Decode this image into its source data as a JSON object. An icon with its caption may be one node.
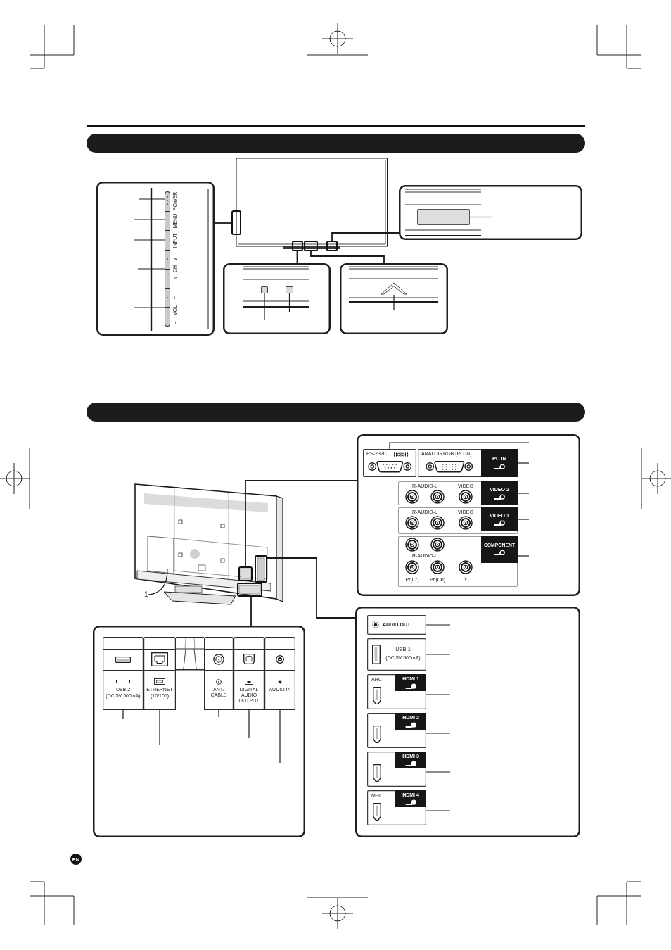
{
  "diagram": {
    "nodes": [
      {
        "text": [],
        "shape": "picture"
      },
      {
        "text": [],
        "shape": "box",
        "in": 0
      },
      {
        "text": [],
        "shape": "box",
        "in": 0
      },
      {
        "text": [],
        "shape": "box",
        "in": 0
      },
      {
        "text": [],
        "shape": "box",
        "in": 0
      },
      {
        "text": [],
        "shape": "box"
      },
      {
        "text": [],
        "shape": "box",
        "in": 5
      },
      {
        "text": [],
        "shape": "box",
        "in": 5
      },
      {
        "text": [],
        "shape": "box",
        "in": 5
      },
      {
        "text": [],
        "shape": "box",
        "in": 5
      },
      {
        "text": [],
        "shape": "box",
        "in": 5
      },
      {
        "text": [],
        "shape": "box"
      },
      {
        "text": [],
        "shape": "box",
        "in": 11
      },
      {
        "text": [],
        "shape": "box"
      },
      {
        "text": [],
        "shape": "box",
        "in": 13
      },
      {
        "text": [],
        "shape": "box",
        "in": 13
      },
      {
        "text": [],
        "shape": "box"
      },
      {
        "text": [],
        "shape": "chevron",
        "in": 16
      },
      {
        "text": [],
        "shape": "box"
      },
      {
        "text": [
          "RS-232C"
        ],
        "in": 18
      },
      {
        "text": [
          "ANALOG RGB (PC IN)",
          "PC IN"
        ],
        "in": 18
      },
      {
        "text": [
          "R-AUDIO-L",
          "VIDEO",
          "VIDEO 2"
        ],
        "in": 18
      },
      {
        "text": [
          "R-AUDIO-L",
          "VIDEO",
          "VIDEO 1"
        ],
        "in": 18
      },
      {
        "text": [
          "COMPONENT",
          "R-AUDIO-L",
          "Pr(Cr)",
          "Pb(Cb)",
          "Y"
        ],
        "in": 18
      },
      {
        "text": [],
        "shape": "picture"
      },
      {
        "text": [],
        "shape": "box",
        "in": 24
      },
      {
        "text": [],
        "shape": "box",
        "in": 24
      },
      {
        "text": [],
        "shape": "box",
        "in": 24
      },
      {
        "text": [
          "1"
        ]
      },
      {
        "text": [],
        "shape": "box"
      },
      {
        "text": [
          "AUDIO OUT"
        ],
        "in": 29
      },
      {
        "text": [
          "USB 1",
          "(DC 5V 500mA)"
        ],
        "in": 29
      },
      {
        "text": [
          "ARC",
          "HDMI 1"
        ],
        "in": 29
      },
      {
        "text": [
          "HDMI 2"
        ],
        "in": 29
      },
      {
        "text": [
          "HDMI 3"
        ],
        "in": 29
      },
      {
        "text": [
          "MHL",
          "HDMI 4"
        ],
        "in": 29
      },
      {
        "text": [],
        "shape": "box"
      },
      {
        "text": [
          "USB 2",
          "(DC 5V 500mA)"
        ],
        "in": 36
      },
      {
        "text": [
          "ETHERNET",
          "(10/100)"
        ],
        "in": 36
      },
      {
        "text": [
          "ANT/ CABLE"
        ],
        "in": 36
      },
      {
        "text": [
          "DIGITAL AUDIO OUTPUT"
        ],
        "in": 36
      },
      {
        "text": [
          "AUDIO IN"
        ],
        "in": 36
      }
    ],
    "edges": [
      {
        "from": 1,
        "to": 5,
        "arrow": "none"
      },
      {
        "from": 2,
        "to": 13,
        "arrow": "none"
      },
      {
        "from": 3,
        "to": 16,
        "arrow": "none"
      },
      {
        "from": 4,
        "to": 11,
        "arrow": "none"
      },
      {
        "from": 6,
        "to": null,
        "arrow": "none"
      },
      {
        "from": 7,
        "to": null,
        "arrow": "none"
      },
      {
        "from": 8,
        "to": null,
        "arrow": "none"
      },
      {
        "from": 9,
        "to": null,
        "arrow": "none"
      },
      {
        "from": 10,
        "to": null,
        "arrow": "none"
      },
      {
        "from": 14,
        "to": null,
        "arrow": "none"
      },
      {
        "from": 15,
        "to": null,
        "arrow": "none"
      },
      {
        "from": 17,
        "to": null,
        "arrow": "none"
      },
      {
        "from": 12,
        "to": null,
        "arrow": "none"
      },
      {
        "from": 25,
        "to": 18,
        "arrow": "none"
      },
      {
        "from": 26,
        "to": 29,
        "arrow": "none"
      },
      {
        "from": 27,
        "to": 36,
        "arrow": "none"
      },
      {
        "from": 19,
        "to": null,
        "arrow": "none"
      },
      {
        "from": 20,
        "to": null,
        "arrow": "none"
      },
      {
        "from": 21,
        "to": null,
        "arrow": "none"
      },
      {
        "from": 22,
        "to": null,
        "arrow": "none"
      },
      {
        "from": 23,
        "to": null,
        "arrow": "none"
      },
      {
        "from": 28,
        "to": null,
        "arrow": "none"
      },
      {
        "from": 30,
        "to": null,
        "arrow": "none"
      },
      {
        "from": 31,
        "to": null,
        "arrow": "none"
      },
      {
        "from": 32,
        "to": null,
        "arrow": "none"
      },
      {
        "from": 33,
        "to": null,
        "arrow": "none"
      },
      {
        "from": 34,
        "to": null,
        "arrow": "none"
      },
      {
        "from": 35,
        "to": null,
        "arrow": "none"
      },
      {
        "from": 37,
        "to": null,
        "arrow": "none"
      },
      {
        "from": 38,
        "to": null,
        "arrow": "none"
      },
      {
        "from": 39,
        "to": null,
        "arrow": "none"
      },
      {
        "from": 40,
        "to": null,
        "arrow": "none"
      },
      {
        "from": 41,
        "to": null,
        "arrow": "none"
      }
    ],
    "labels": [
      "POWER",
      "MENU",
      "INPUT",
      "∧ CH ∨",
      "– VOL +",
      "EN"
    ]
  }
}
